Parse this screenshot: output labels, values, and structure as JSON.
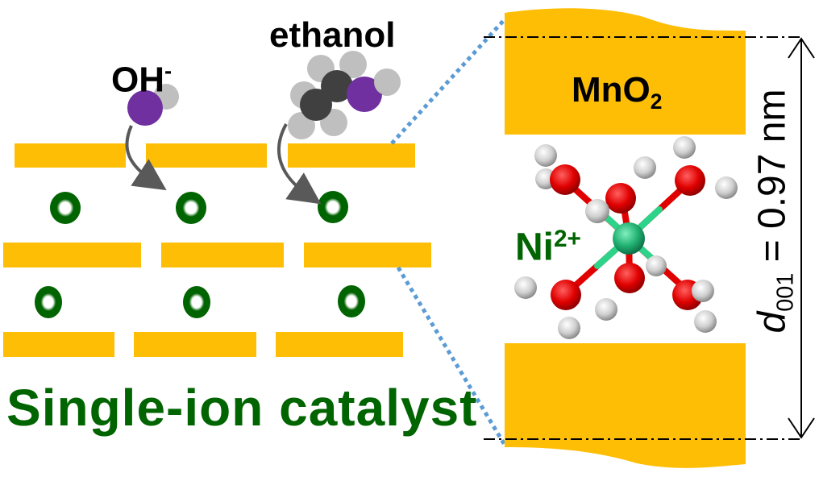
{
  "labels": {
    "oh": {
      "text": "OH",
      "charge": "-"
    },
    "ethanol": "ethanol",
    "mno2": {
      "base": "MnO",
      "subscript": "2"
    },
    "ni": {
      "base": "Ni",
      "charge": "2+"
    },
    "spacing": {
      "symbol": "d",
      "subscript": "001",
      "value": " = 0.97 nm"
    },
    "title": "Single-ion catalyst"
  },
  "colors": {
    "layer": "#FDBE05",
    "ion": "#006400",
    "title": "#006400",
    "oxygen_space_fill": "#7030A0",
    "hydrogen_space_fill": "#BFBFBF",
    "carbon": "#404040",
    "arrow": "#595959",
    "zoom_line": "#5B9BD5",
    "ni_atom": "#20B070",
    "o_atom": "#E00000",
    "h_atom": "#D0D0D0"
  }
}
